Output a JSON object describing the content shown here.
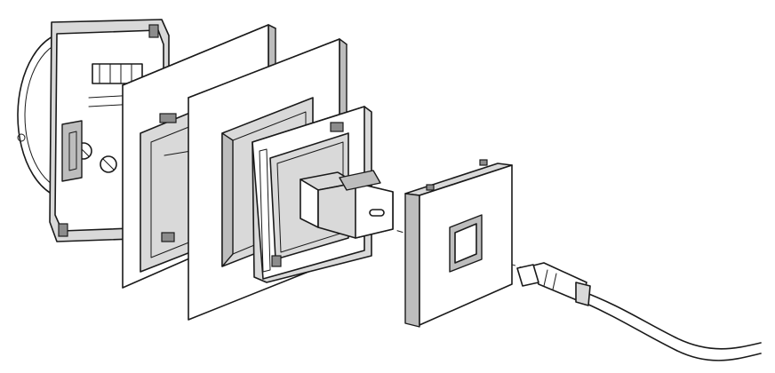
{
  "diagram": {
    "type": "exploded-assembly",
    "parts": [
      "mounting-box-with-mechanism",
      "support-plate",
      "cover-frame",
      "inner-frame",
      "usb-c-module",
      "cover-plate",
      "usb-c-cable"
    ],
    "colors": {
      "line": "#1a1a1a",
      "face": "#ffffff",
      "side": "#d9d9d9",
      "shadow": "#bdbdbd",
      "dark": "#8c8c8c"
    }
  }
}
